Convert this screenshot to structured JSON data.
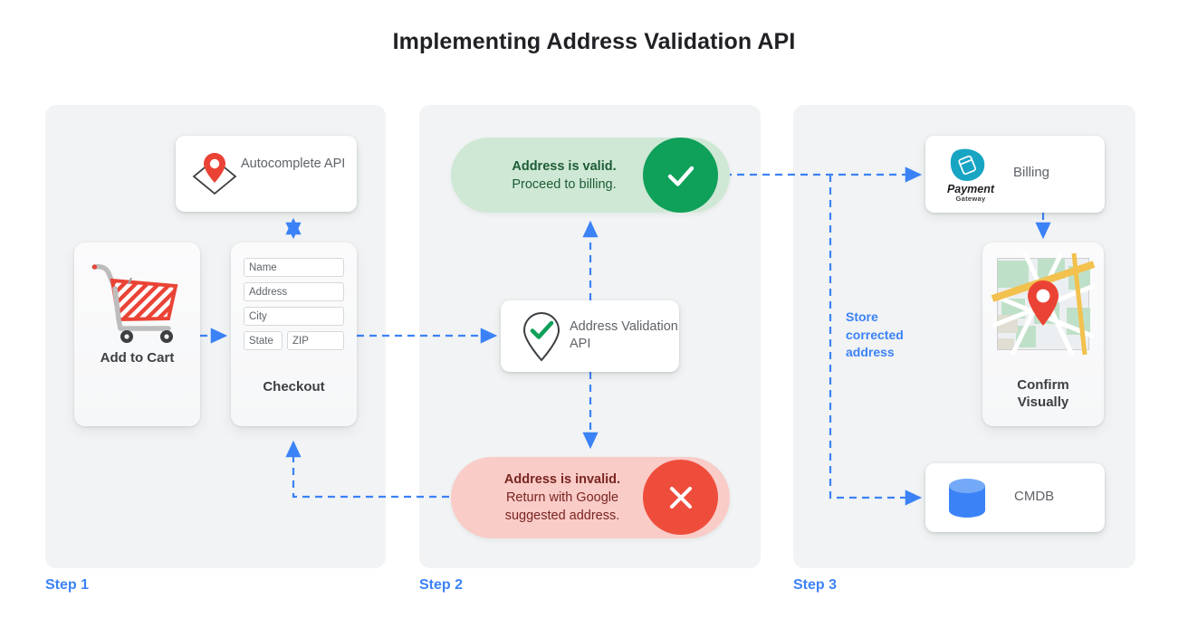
{
  "page": {
    "title": "Implementing Address Validation API",
    "background": "#ffffff",
    "panel_bg": "#f1f3f4",
    "accent_blue": "#3b82f6",
    "valid_green": "#0fa05a",
    "valid_pill_bg": "#cfe8d5",
    "invalid_red": "#ef4d3c",
    "invalid_pill_bg": "#f9ccc8"
  },
  "steps": [
    {
      "label": "Step 1"
    },
    {
      "label": "Step 2"
    },
    {
      "label": "Step 3"
    }
  ],
  "step1": {
    "autocomplete_card": {
      "label": "Autocomplete API",
      "icon": "map-pin-diamond-icon"
    },
    "add_to_cart_card": {
      "caption": "Add to Cart",
      "icon": "shopping-cart-icon"
    },
    "checkout_card": {
      "caption": "Checkout",
      "fields": [
        {
          "name": "name",
          "placeholder": "Name"
        },
        {
          "name": "address",
          "placeholder": "Address"
        },
        {
          "name": "city",
          "placeholder": "City"
        },
        {
          "name": "state",
          "placeholder": "State"
        },
        {
          "name": "zip",
          "placeholder": "ZIP"
        }
      ]
    }
  },
  "step2": {
    "valid_pill": {
      "headline": "Address is valid.",
      "subline": "Proceed to billing.",
      "icon": "check-circle-icon"
    },
    "validation_card": {
      "label": "Address Validation API",
      "icon": "pin-check-icon"
    },
    "invalid_pill": {
      "headline": "Address is invalid.",
      "subline_1": "Return with Google",
      "subline_2": "suggested address.",
      "icon": "x-circle-icon"
    }
  },
  "step3": {
    "billing_card": {
      "label": "Billing",
      "logo_primary": "Payment",
      "logo_secondary": "Gateway",
      "icon": "payment-gateway-logo"
    },
    "confirm_card": {
      "caption_line_1": "Confirm",
      "caption_line_2": "Visually",
      "icon": "map-thumbnail-icon"
    },
    "cmdb_card": {
      "label": "CMDB",
      "icon": "database-cylinder-icon"
    },
    "store_note": {
      "line_1": "Store",
      "line_2": "corrected",
      "line_3": "address"
    }
  }
}
